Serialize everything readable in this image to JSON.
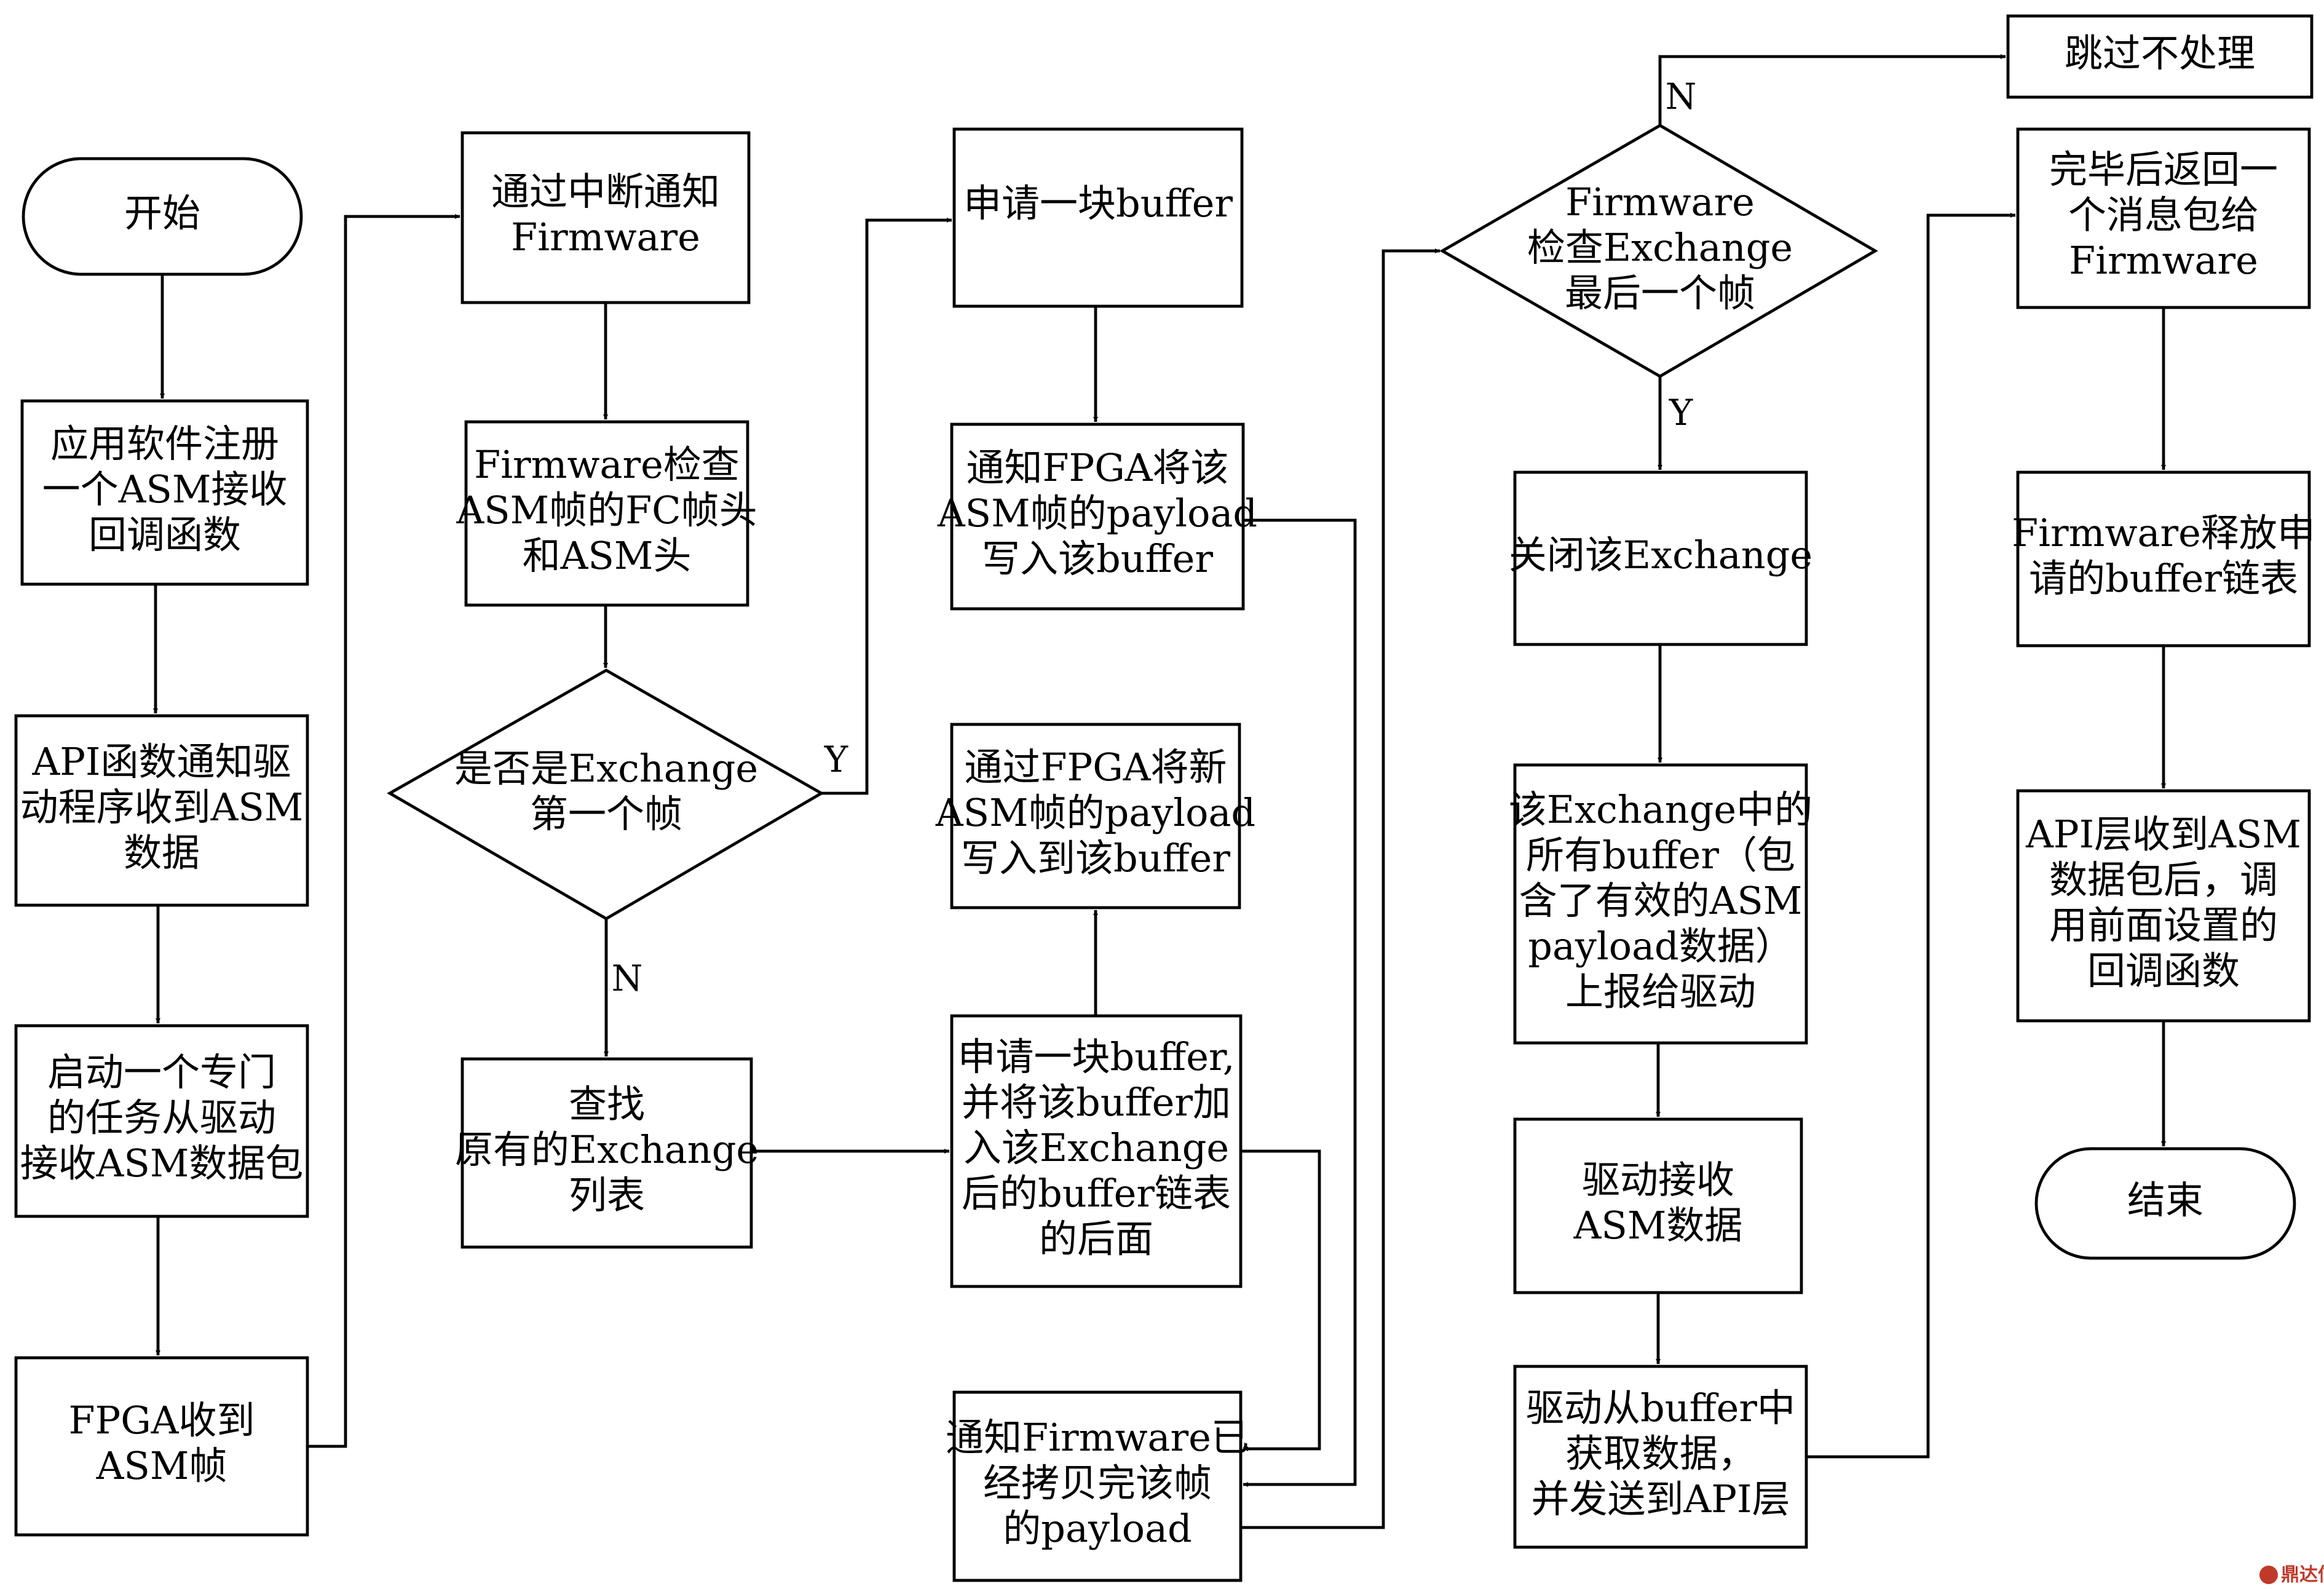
{
  "nodes": {
    "start": [
      "开始"
    ],
    "register": [
      "应用软件注册",
      "一个ASM接收",
      "回调函数"
    ],
    "api_notify": [
      "API函数通知驱",
      "动程序收到ASM",
      "数据"
    ],
    "start_task": [
      "启动一个专门",
      "的任务从驱动",
      "接收ASM数据包"
    ],
    "fpga_recv": [
      "FPGA收到",
      "ASM帧"
    ],
    "irq_notify": [
      "通过中断通知",
      "Firmware"
    ],
    "fw_check": [
      "Firmware检查",
      "ASM帧的FC帧头",
      "和ASM头"
    ],
    "is_first": [
      "是否是Exchange",
      "第一个帧"
    ],
    "find_list": [
      "查找",
      "原有的Exchange",
      "列表"
    ],
    "alloc1": [
      "申请一块buffer"
    ],
    "notify_fpga1": [
      "通知FPGA将该",
      "ASM帧的payload",
      "写入该buffer"
    ],
    "fpga_write2": [
      "通过FPGA将新",
      "ASM帧的payload",
      "写入到该buffer"
    ],
    "alloc2": [
      "申请一块buffer,",
      "并将该buffer加",
      "入该Exchange",
      "后的buffer链表",
      "的后面"
    ],
    "notify_fw": [
      "通知Firmware已",
      "经拷贝完该帧",
      "的payload"
    ],
    "is_last": [
      "Firmware",
      "检查Exchange",
      "最后一个帧"
    ],
    "skip": [
      "跳过不处理"
    ],
    "close_exchange": [
      "关闭该Exchange"
    ],
    "report": [
      "该Exchange中的",
      "所有buffer（包",
      "含了有效的ASM",
      "payload数据）",
      "上报给驱动"
    ],
    "driver_recv": [
      "驱动接收",
      "ASM数据"
    ],
    "driver_send": [
      "驱动从buffer中",
      "获取数据，",
      "并发送到API层"
    ],
    "return_msg": [
      "完毕后返回一",
      "个消息包给",
      "Firmware"
    ],
    "fw_release": [
      "Firmware释放申",
      "请的buffer链表"
    ],
    "api_callback": [
      "API层收到ASM",
      "数据包后，调",
      "用前面设置的",
      "回调函数"
    ],
    "end": [
      "结束"
    ]
  },
  "labels": {
    "first_yes": "Y",
    "first_no": "N",
    "last_no": "N",
    "last_yes": "Y"
  },
  "watermark": "鼎达信"
}
